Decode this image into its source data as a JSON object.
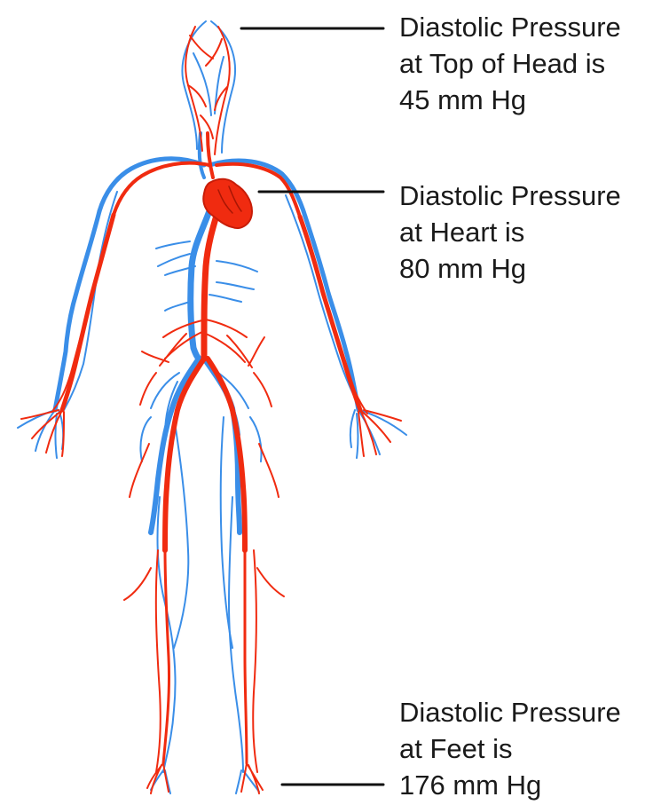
{
  "colors": {
    "artery": "#f02b10",
    "vein": "#3a8ee8",
    "leader": "#111111",
    "text": "#1a1a1a"
  },
  "annotations": {
    "head": {
      "line1": "Diastolic Pressure",
      "line2": "at Top of Head is",
      "line3": "45 mm Hg"
    },
    "heart": {
      "line1": "Diastolic Pressure",
      "line2": "at Heart is",
      "line3": "80 mm Hg"
    },
    "feet": {
      "line1": "Diastolic Pressure",
      "line2": "at Feet is",
      "line3": "176 mm Hg"
    }
  }
}
